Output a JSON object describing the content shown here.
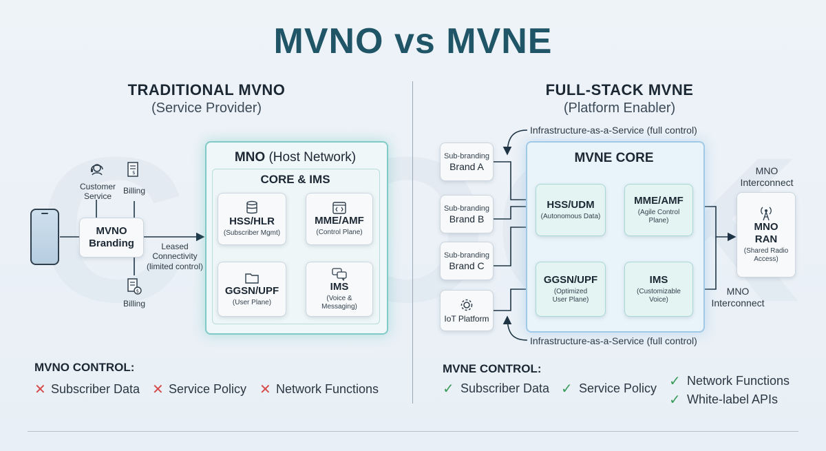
{
  "title": "MVNO vs MVNE",
  "watermark": "CLOCK",
  "left": {
    "heading": "TRADITIONAL MVNO",
    "subheading": "(Service Provider)",
    "customer_service": "Customer\nService",
    "billing_top": "Billing",
    "billing_bottom": "Billing",
    "branding": "MVNO\nBranding",
    "leased": "Leased\nConnectivity\n(limited control)",
    "mno": {
      "title_bold": "MNO",
      "title_rest": "(Host Network)"
    },
    "core_title": "CORE & IMS",
    "boxes": {
      "hss": {
        "name": "HSS/HLR",
        "sub": "(Subscriber Mgmt)"
      },
      "mme": {
        "name": "MME/AMF",
        "sub": "(Control Plane)"
      },
      "ggsn": {
        "name": "GGSN/UPF",
        "sub": "(User Plane)"
      },
      "ims": {
        "name": "IMS",
        "sub": "(Voice &\nMessaging)"
      }
    },
    "control": {
      "title": "MVNO CONTROL:",
      "items": [
        "Subscriber Data",
        "Service Policy",
        "Network Functions"
      ]
    }
  },
  "right": {
    "heading": "FULL-STACK MVNE",
    "subheading": "(Platform Enabler)",
    "iaas_top": "Infrastructure-as-a-Service (full control)",
    "iaas_bottom": "Infrastructure-as-a-Service (full control)",
    "brands": [
      {
        "line1": "Sub-branding",
        "line2": "Brand A"
      },
      {
        "line1": "Sub-branding",
        "line2": "Brand B"
      },
      {
        "line1": "Sub-branding",
        "line2": "Brand C"
      }
    ],
    "iot": "IoT Platform",
    "core_title": "MVNE CORE",
    "boxes": {
      "hss": {
        "name": "HSS/UDM",
        "sub": "(Autonomous Data)"
      },
      "mme": {
        "name": "MME/AMF",
        "sub": "(Agile Control\nPlane)"
      },
      "ggsn": {
        "name": "GGSN/UPF",
        "sub": "(Optimized\nUser Plane)"
      },
      "ims": {
        "name": "IMS",
        "sub": "(Customizable\nVoice)"
      }
    },
    "interconnect_top": "MNO\nInterconnect",
    "interconnect_bottom": "MNO\nInterconnect",
    "ran": {
      "name": "MNO\nRAN",
      "sub": "(Shared Radio\nAccess)"
    },
    "control": {
      "title": "MVNE CONTROL:",
      "items": [
        "Subscriber Data",
        "Service Policy",
        "Network Functions",
        "White-label APIs"
      ]
    }
  },
  "colors": {
    "title": "#1f5566",
    "mno_frame": "#7fcac4",
    "mvne_frame": "#9fc9e6",
    "teal_box": "#e4f4f2",
    "cross": "#d64a4a",
    "check": "#3a9b5a"
  },
  "icons": [
    "phone-icon",
    "headset-icon",
    "invoice-icon",
    "database-icon",
    "code-icon",
    "folder-icon",
    "chat-icon",
    "gear-icon",
    "antenna-icon"
  ]
}
